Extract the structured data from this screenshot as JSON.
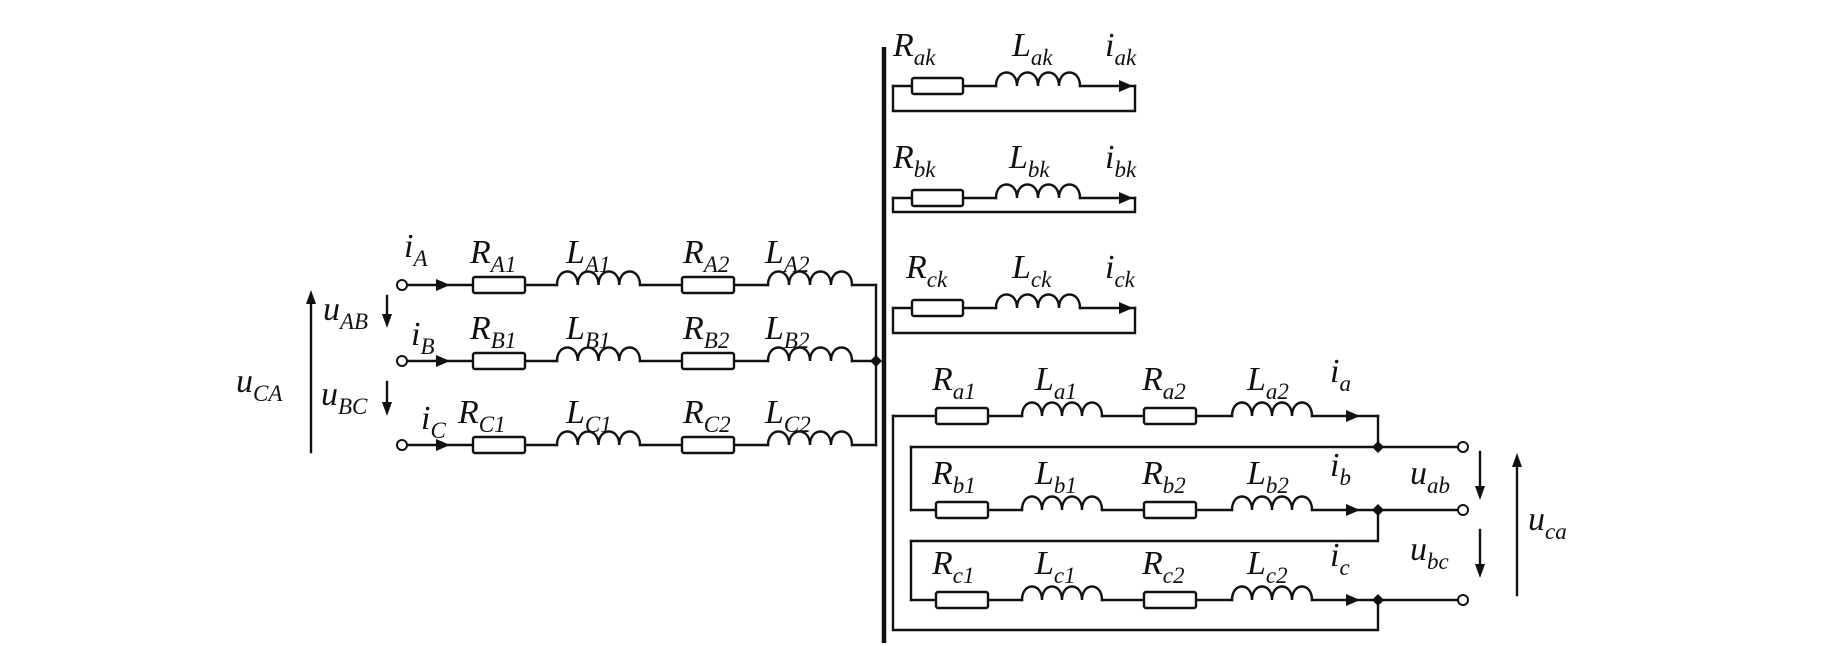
{
  "title": "Three-phase equivalent circuit with transformer windings and short-circuit branches",
  "colors": {
    "line": "#111111",
    "background": "#ffffff"
  },
  "primary_side": {
    "phases": [
      {
        "phase": "A",
        "current": {
          "sym": "i",
          "sub": "A"
        },
        "R1": {
          "sym": "R",
          "sub": "A1"
        },
        "L1": {
          "sym": "L",
          "sub": "A1"
        },
        "R2": {
          "sym": "R",
          "sub": "A2"
        },
        "L2": {
          "sym": "L",
          "sub": "A2"
        }
      },
      {
        "phase": "B",
        "current": {
          "sym": "i",
          "sub": "B"
        },
        "R1": {
          "sym": "R",
          "sub": "B1"
        },
        "L1": {
          "sym": "L",
          "sub": "B1"
        },
        "R2": {
          "sym": "R",
          "sub": "B2"
        },
        "L2": {
          "sym": "L",
          "sub": "B2"
        }
      },
      {
        "phase": "C",
        "current": {
          "sym": "i",
          "sub": "C"
        },
        "R1": {
          "sym": "R",
          "sub": "C1"
        },
        "L1": {
          "sym": "L",
          "sub": "C1"
        },
        "R2": {
          "sym": "R",
          "sub": "C2"
        },
        "L2": {
          "sym": "L",
          "sub": "C2"
        }
      }
    ],
    "voltages": {
      "AB": {
        "sym": "u",
        "sub": "AB"
      },
      "BC": {
        "sym": "u",
        "sub": "BC"
      },
      "CA": {
        "sym": "u",
        "sub": "CA"
      }
    }
  },
  "short_circuit_branches": [
    {
      "R": {
        "sym": "R",
        "sub": "ak"
      },
      "L": {
        "sym": "L",
        "sub": "ak"
      },
      "i": {
        "sym": "i",
        "sub": "ak"
      }
    },
    {
      "R": {
        "sym": "R",
        "sub": "bk"
      },
      "L": {
        "sym": "L",
        "sub": "bk"
      },
      "i": {
        "sym": "i",
        "sub": "bk"
      }
    },
    {
      "R": {
        "sym": "R",
        "sub": "ck"
      },
      "L": {
        "sym": "L",
        "sub": "ck"
      },
      "i": {
        "sym": "i",
        "sub": "ck"
      }
    }
  ],
  "secondary_side": {
    "phases": [
      {
        "phase": "a",
        "current": {
          "sym": "i",
          "sub": "a"
        },
        "R1": {
          "sym": "R",
          "sub": "a1"
        },
        "L1": {
          "sym": "L",
          "sub": "a1"
        },
        "R2": {
          "sym": "R",
          "sub": "a2"
        },
        "L2": {
          "sym": "L",
          "sub": "a2"
        }
      },
      {
        "phase": "b",
        "current": {
          "sym": "i",
          "sub": "b"
        },
        "R1": {
          "sym": "R",
          "sub": "b1"
        },
        "L1": {
          "sym": "L",
          "sub": "b1"
        },
        "R2": {
          "sym": "R",
          "sub": "b2"
        },
        "L2": {
          "sym": "L",
          "sub": "b2"
        }
      },
      {
        "phase": "c",
        "current": {
          "sym": "i",
          "sub": "c"
        },
        "R1": {
          "sym": "R",
          "sub": "c1"
        },
        "L1": {
          "sym": "L",
          "sub": "c1"
        },
        "R2": {
          "sym": "R",
          "sub": "c2"
        },
        "L2": {
          "sym": "L",
          "sub": "c2"
        }
      }
    ],
    "voltages": {
      "ab": {
        "sym": "u",
        "sub": "ab"
      },
      "bc": {
        "sym": "u",
        "sub": "bc"
      },
      "ca": {
        "sym": "u",
        "sub": "ca"
      }
    }
  }
}
